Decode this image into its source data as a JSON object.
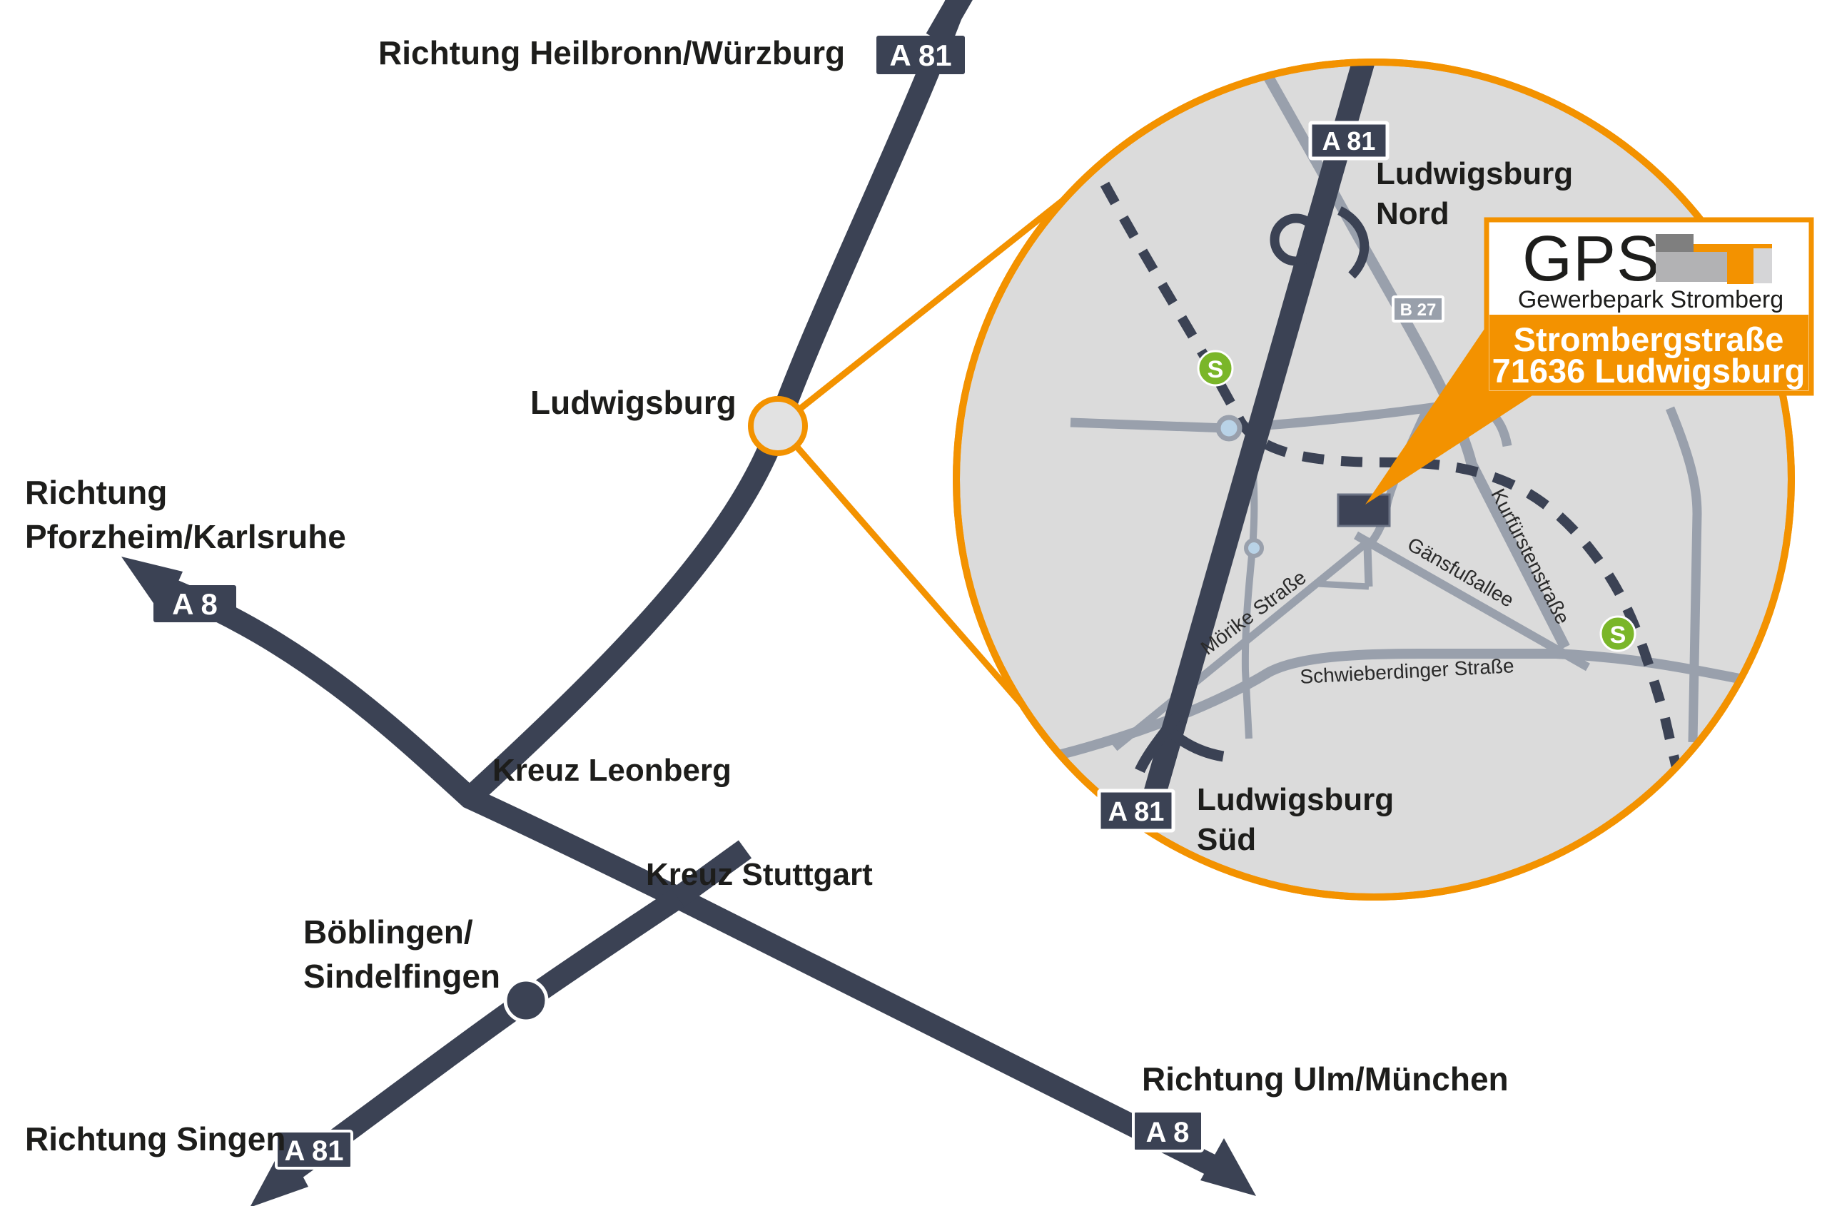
{
  "colors": {
    "accent_orange": "#F39200",
    "road_navy": "#3B4254",
    "road_gray": "#99A0AC",
    "inset_fill_gray": "#DBDBDB",
    "sbahn_green": "#7AB629",
    "roundabout_blue": "#B9D3E7"
  },
  "overview": {
    "badge_a81_north": "A 81",
    "badge_a8_west": "A 8",
    "badge_a81_south": "A 81",
    "badge_a8_east": "A 8",
    "labels": {
      "heilbronn": "Richtung Heilbronn/Würzburg",
      "richtung_west_1": "Richtung",
      "richtung_west_2": "Pforzheim/Karlsruhe",
      "ludwigsburg": "Ludwigsburg",
      "kreuz_leonberg": "Kreuz Leonberg",
      "kreuz_stuttgart": "Kreuz Stuttgart",
      "boeblingen_1": "Böblingen/",
      "boeblingen_2": "Sindelfingen",
      "singen": "Richtung Singen",
      "ulm": "Richtung Ulm/München"
    }
  },
  "inset": {
    "badge_a81_top": "A 81",
    "badge_a81_bottom": "A 81",
    "badge_b27": "B 27",
    "labels": {
      "nord_1": "Ludwigsburg",
      "nord_2": "Nord",
      "sued_1": "Ludwigsburg",
      "sued_2": "Süd"
    },
    "streets": {
      "moerike": "Mörike Straße",
      "gaensfussallee": "Gänsfußallee",
      "kurfuerstenstrasse": "Kurfürstenstraße",
      "schwieberdinger": "Schwieberdinger Straße"
    },
    "sbahn_letter": "S"
  },
  "callout": {
    "logo": "GPS",
    "logo_subtitle": "Gewerbepark Stromberg",
    "address_1": "Strombergstraße",
    "address_2": "71636 Ludwigsburg"
  }
}
